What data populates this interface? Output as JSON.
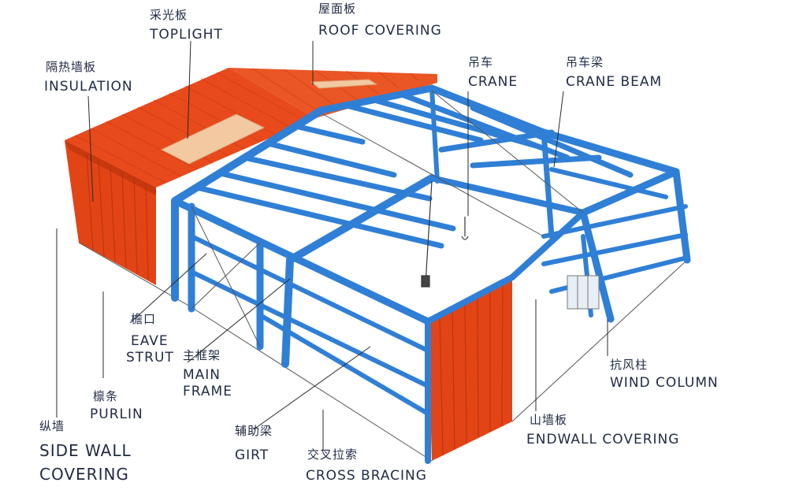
{
  "colors": {
    "frame": "#2f7fd6",
    "frame_dark": "#1f5fae",
    "covering": "#e84a1c",
    "covering_dark": "#b9340f",
    "toplight": "#f2c9a0",
    "leader": "#2a2a2a",
    "text": "#1f2a44"
  },
  "labels": {
    "toplight": {
      "cn": "采光板",
      "en": "TOPLIGHT"
    },
    "roof_covering": {
      "cn": "屋面板",
      "en": "ROOF COVERING"
    },
    "insulation": {
      "cn": "隔热墙板",
      "en": "INSULATION"
    },
    "crane": {
      "cn": "吊车",
      "en": "CRANE"
    },
    "crane_beam": {
      "cn": "吊车梁",
      "en": "CRANE BEAM"
    },
    "eave_strut": {
      "cn": "檐口",
      "en1": "EAVE",
      "en2": "STRUT"
    },
    "main_frame": {
      "cn": "主框架",
      "en1": "MAIN",
      "en2": "FRAME"
    },
    "purlin": {
      "cn": "檩条",
      "en": "PURLIN"
    },
    "side_wall": {
      "cn": "纵墙",
      "en1": "SIDE WALL",
      "en2": "COVERING"
    },
    "girt": {
      "cn": "辅助梁",
      "en": "GIRT"
    },
    "cross_bracing": {
      "cn": "交叉拉索",
      "en": "CROSS BRACING"
    },
    "endwall_covering": {
      "cn": "山墙板",
      "en": "ENDWALL COVERING"
    },
    "wind_column": {
      "cn": "抗风柱",
      "en": "WIND COLUMN"
    }
  }
}
